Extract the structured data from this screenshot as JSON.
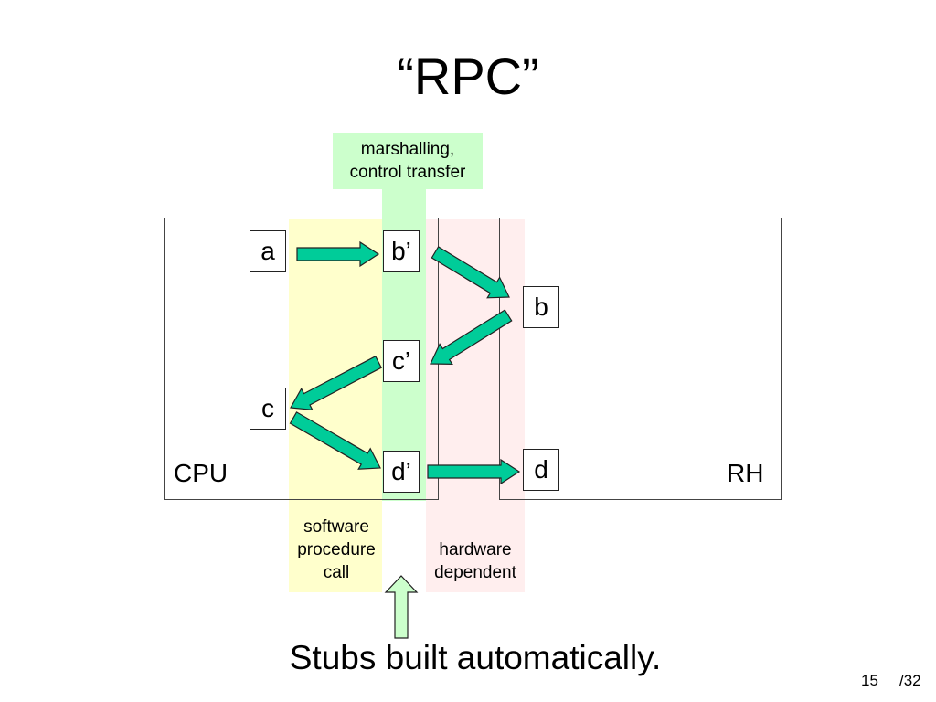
{
  "title": "“RPC”",
  "bands": {
    "marshalling_label": "marshalling, control transfer",
    "software_label": "software procedure call",
    "hardware_label": "hardware dependent"
  },
  "regions": {
    "cpu": "CPU",
    "rh": "RH"
  },
  "nodes": {
    "a": "a",
    "b_prime": "b’",
    "b": "b",
    "c_prime": "c’",
    "c": "c",
    "d_prime": "d’",
    "d": "d"
  },
  "caption": "Stubs built automatically.",
  "page": {
    "current": "15",
    "total": "/32"
  },
  "colors": {
    "green_band": "#ccffcc",
    "yellow_band": "#ffffcc",
    "pink_band": "#ffeeee",
    "arrow_fill": "#00cc99",
    "hollow_arrow_fill": "#ccffcc"
  }
}
